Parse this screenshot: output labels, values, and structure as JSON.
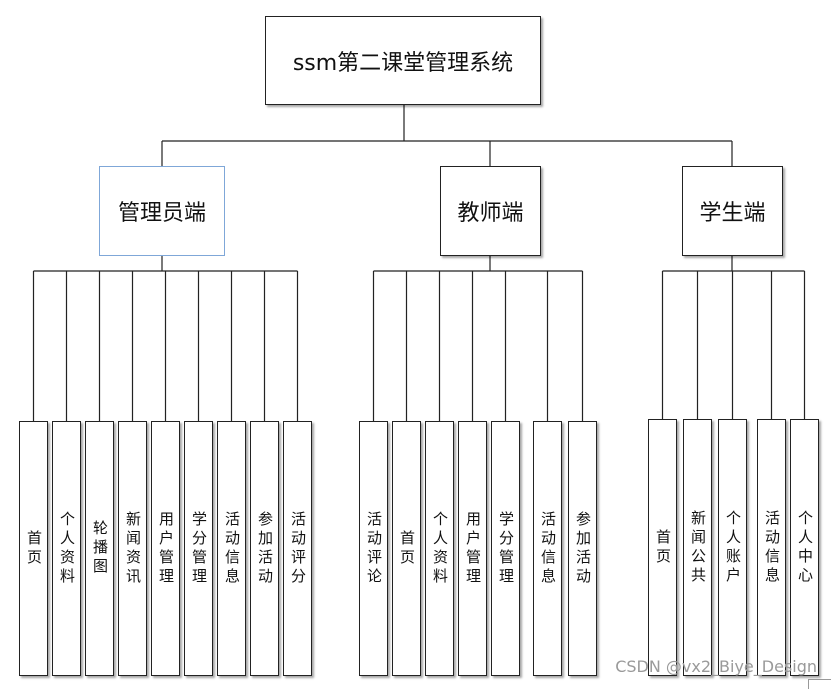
{
  "root": {
    "label": "ssm第二课堂管理系统"
  },
  "roles": [
    {
      "id": "admin",
      "label": "管理员端",
      "selected": true,
      "leaves": [
        "首页",
        "个人资料",
        "轮播图",
        "新闻资讯",
        "用户管理",
        "学分管理",
        "活动信息",
        "参加活动",
        "活动评分"
      ]
    },
    {
      "id": "teacher",
      "label": "教师端",
      "selected": false,
      "leaves": [
        "活动评论",
        "首页",
        "个人资料",
        "用户管理",
        "学分管理",
        "活动信息",
        "参加活动"
      ]
    },
    {
      "id": "student",
      "label": "学生端",
      "selected": false,
      "leaves": [
        "首页",
        "新闻公共",
        "个人账户",
        "活动信息",
        "个人中心"
      ]
    }
  ],
  "watermark": "CSDN @vx2_Biye_Design"
}
